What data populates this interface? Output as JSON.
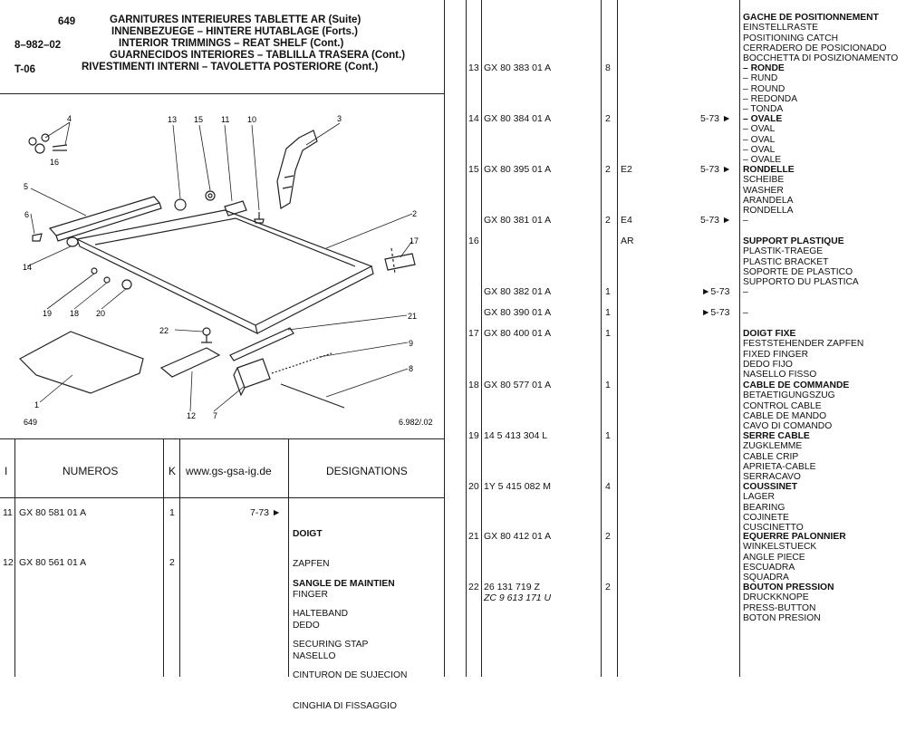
{
  "header": {
    "page_no": "649",
    "ref1": "8–982–02",
    "ref2": "T-06",
    "titles": [
      "GARNITURES INTERIEURES TABLETTE AR (Suite)",
      "INNENBEZUEGE – HINTERE HUTABLAGE (Forts.)",
      "INTERIOR TRIMMINGS – REAT SHELF (Cont.)",
      "GUARNECIDOS INTERIORES – TABLILLA TRASERA (Cont.)",
      "RIVESTIMENTI INTERNI – TAVOLETTA POSTERIORE (Cont.)"
    ]
  },
  "drawing": {
    "callouts": [
      "4",
      "16",
      "5",
      "6",
      "14",
      "13",
      "15",
      "11",
      "10",
      "3",
      "2",
      "17",
      "19",
      "18",
      "20",
      "22",
      "21",
      "9",
      "8",
      "1",
      "12",
      "7"
    ],
    "footer_left": "649",
    "footer_right": "6.982/.02"
  },
  "table_header": {
    "col_i": "I",
    "col_numeros": "NUMEROS",
    "col_k": "K",
    "watermark": "www.gs-gsa-ig.de",
    "col_designations": "DESIGNATIONS"
  },
  "left_rows": [
    {
      "i": "11",
      "num": "GX  80  581   01  A",
      "k": "1",
      "date": "7-73 ►",
      "desc": [
        "DOIGT",
        "ZAPFEN",
        "FINGER",
        "DEDO",
        "NASELLO"
      ],
      "bold": [
        0
      ]
    },
    {
      "i": "12",
      "num": "GX  80  561   01  A",
      "k": "2",
      "date": "",
      "desc": [
        "SANGLE DE MAINTIEN",
        "HALTEBAND",
        "SECURING STAP",
        "CINTURON DE SUJECION",
        "CINGHIA DI FISSAGGIO"
      ],
      "bold": [
        0
      ]
    }
  ],
  "right_rows": [
    {
      "i": "",
      "num": "",
      "k": "",
      "code": "",
      "date": "",
      "desc": [
        "GACHE DE POSITIONNEMENT",
        "EINSTELLRASTE",
        "POSITIONING CATCH",
        "CERRADERO DE POSICIONADO",
        "BOCCHETTA DI POSIZIONAMENTO"
      ],
      "bold": [
        0
      ]
    },
    {
      "i": "13",
      "num": "GX  80  383   01  A",
      "k": "8",
      "code": "",
      "date": "",
      "desc": [
        "– RONDE",
        "– RUND",
        "– ROUND",
        "– REDONDA",
        "– TONDA"
      ],
      "bold": [
        0
      ]
    },
    {
      "i": "14",
      "num": "GX  80  384   01  A",
      "k": "2",
      "code": "",
      "date": "5-73 ►",
      "desc": [
        "– OVALE",
        "– OVAL",
        "– OVAL",
        "– OVAL",
        "– OVALE"
      ],
      "bold": [
        0
      ]
    },
    {
      "i": "15",
      "num": "GX  80  395   01  A",
      "k": "2",
      "code": "E2",
      "date": "5-73 ►",
      "desc": [
        "RONDELLE",
        "SCHEIBE",
        "WASHER",
        "ARANDELA",
        "RONDELLA"
      ],
      "bold": [
        0
      ]
    },
    {
      "i": "",
      "num": "GX  80  381   01  A",
      "k": "2",
      "code": "E4",
      "date": "5-73 ►",
      "desc": [
        "–"
      ],
      "bold": []
    },
    {
      "i": "16",
      "num": "",
      "k": "",
      "code": "AR",
      "date": "",
      "desc": [
        "SUPPORT PLASTIQUE",
        "PLASTIK-TRAEGE",
        "PLASTIC BRACKET",
        "SOPORTE DE PLASTICO",
        "SUPPORTO DU PLASTICA"
      ],
      "bold": [
        0
      ]
    },
    {
      "i": "",
      "num": "GX  80  382   01  A",
      "k": "1",
      "code": "",
      "date": "►5-73",
      "desc": [
        "–"
      ],
      "bold": []
    },
    {
      "i": "",
      "num": "GX  80  390   01  A",
      "k": "1",
      "code": "",
      "date": "►5-73",
      "desc": [
        "–"
      ],
      "bold": []
    },
    {
      "i": "17",
      "num": "GX  80  400   01  A",
      "k": "1",
      "code": "",
      "date": "",
      "desc": [
        "DOIGT FIXE",
        "FESTSTEHENDER ZAPFEN",
        "FIXED FINGER",
        "DEDO FIJO",
        "NASELLO FISSO"
      ],
      "bold": [
        0
      ]
    },
    {
      "i": "18",
      "num": "GX  80  577   01  A",
      "k": "1",
      "code": "",
      "date": "",
      "desc": [
        "CABLE DE COMMANDE",
        "BETAETIGUNGSZUG",
        "CONTROL CABLE",
        "CABLE DE MANDO",
        "CAVO DI COMANDO"
      ],
      "bold": [
        0
      ]
    },
    {
      "i": "19",
      "num": "14     5  413  304   L",
      "k": "1",
      "code": "",
      "date": "",
      "desc": [
        "SERRE CABLE",
        "ZUGKLEMME",
        "CABLE CRIP",
        "APRIETA-CABLE",
        "SERRACAVO"
      ],
      "bold": [
        0
      ]
    },
    {
      "i": "20",
      "num": "1Y     5  415  082   M",
      "k": "4",
      "code": "",
      "date": "",
      "desc": [
        "COUSSINET",
        "LAGER",
        "BEARING",
        "COJINETE",
        "CUSCINETTO"
      ],
      "bold": [
        0
      ]
    },
    {
      "i": "21",
      "num": "GX  80  412   01  A",
      "k": "2",
      "code": "",
      "date": "",
      "desc": [
        "EQUERRE PALONNIER",
        "WINKELSTUECK",
        "ANGLE PIECE",
        "ESCUADRA",
        "SQUADRA"
      ],
      "bold": [
        0
      ]
    },
    {
      "i": "22",
      "num": "26        131  719   Z",
      "num2": "ZC     9  613  171   U",
      "k": "2",
      "code": "",
      "date": "",
      "desc": [
        "BOUTON PRESSION",
        "DRUCKKNOPE",
        "PRESS-BUTTON",
        "BOTON PRESION"
      ],
      "bold": [
        0
      ]
    }
  ]
}
